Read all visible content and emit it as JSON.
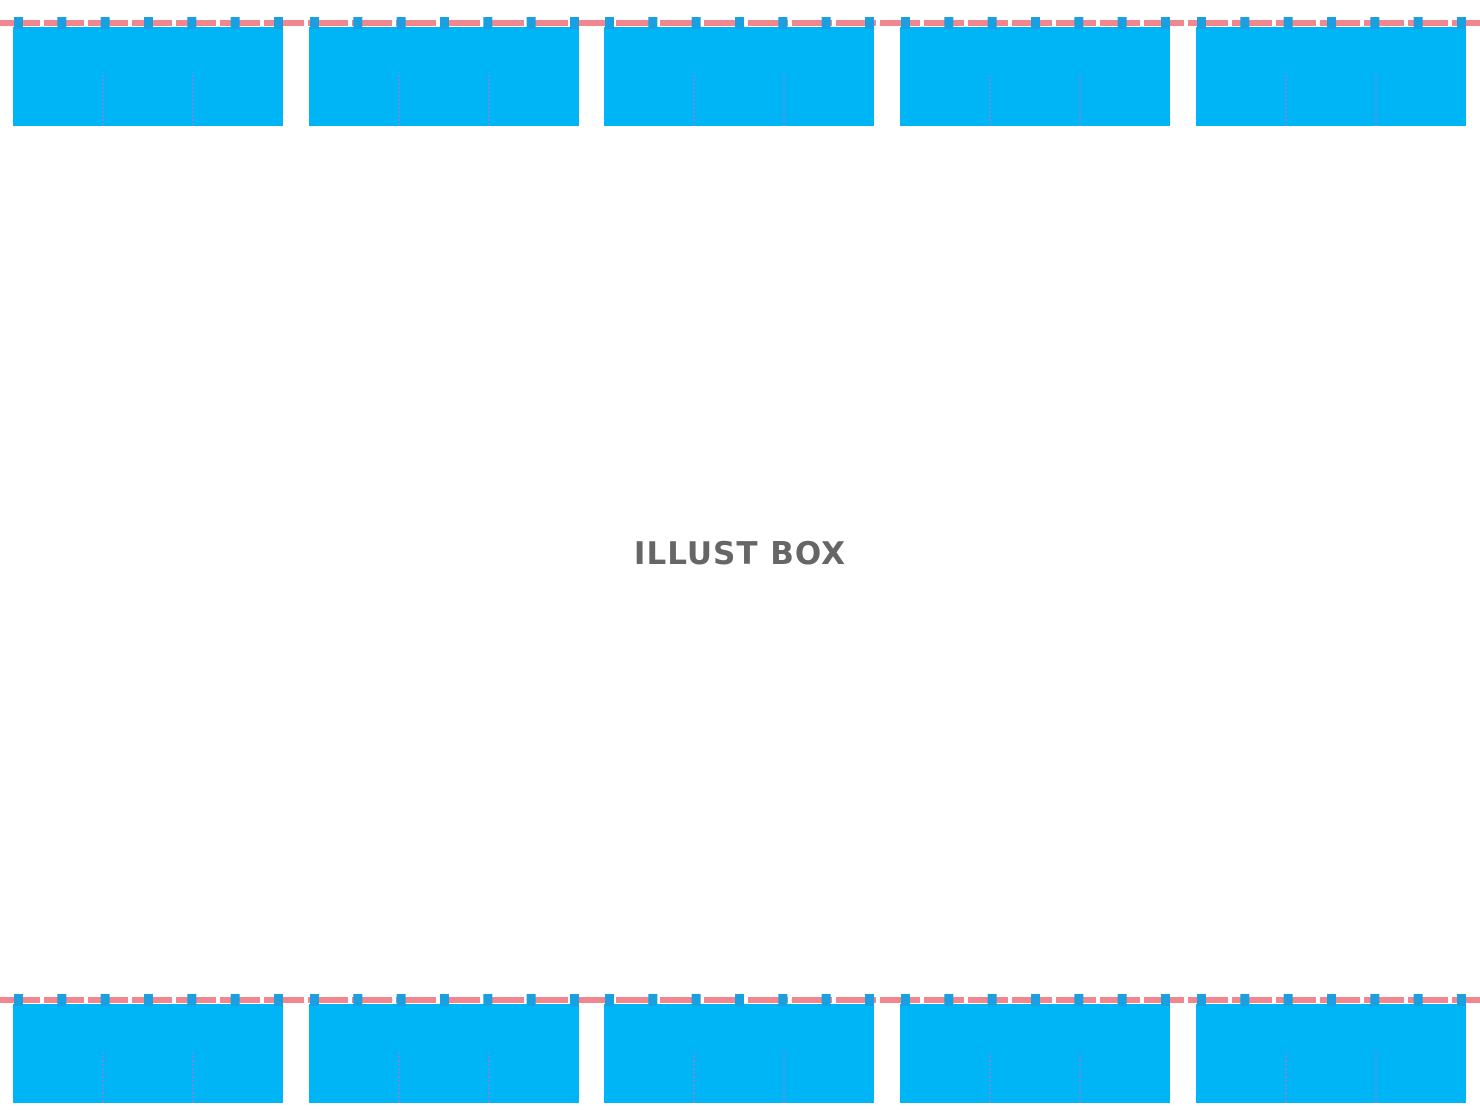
{
  "watermark": {
    "text": "ILLUST BOX"
  },
  "noren_rows": [
    {
      "position": "top",
      "curtain_count": 5,
      "panels_per_curtain": 3
    },
    {
      "position": "bottom",
      "curtain_count": 5,
      "panels_per_curtain": 3
    }
  ],
  "colors": {
    "curtain": "#00b5f6",
    "tab": "#1aa0e0",
    "rod": "#f2868f",
    "slit": "#8b7fd8",
    "watermark": "#666666",
    "background": "#ffffff"
  }
}
